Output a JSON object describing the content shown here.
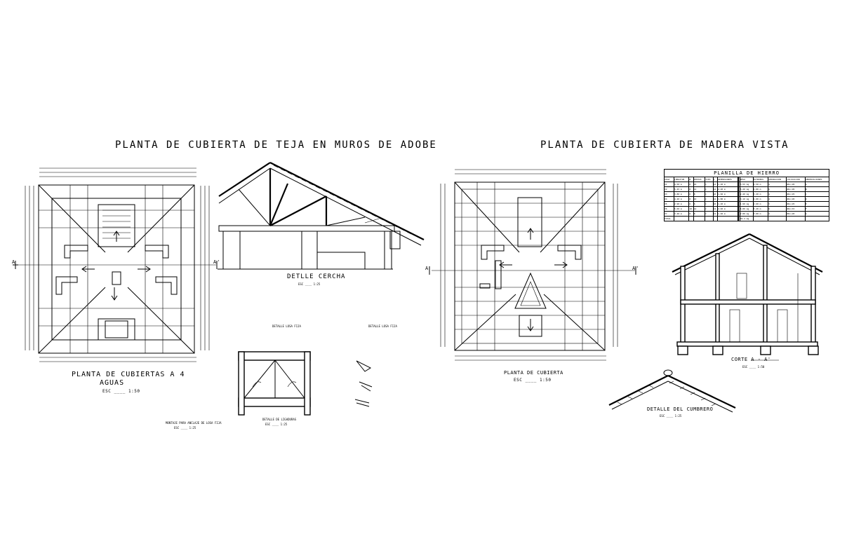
{
  "titles": {
    "left_main": "PLANTA DE CUBIERTA DE TEJA EN MUROS DE ADOBE",
    "right_main": "PLANTA DE CUBIERTA DE MADERA VISTA"
  },
  "left_plan": {
    "title_line1": "PLANTA DE CUBIERTAS A 4",
    "title_line2": "AGUAS",
    "scale": "ESC ____ 1:50",
    "cut_marker_left": "A",
    "cut_marker_right": "A'"
  },
  "truss_detail": {
    "title": "DETLLE CERCHA",
    "scale": "ESC ____ 1:25"
  },
  "small_details": {
    "detail_a": "DETALLE LOSA FIJA",
    "detail_b": "DETALLE LOSA FIJA",
    "bottom_title": "DETALLE DE LIGADURAS",
    "bottom_scale": "ESC ____ 1:25",
    "left_note": "MONTAJE PARA ANCLAJE DE LOSA FIJA",
    "left_note_scale": "ESC ____ 1:25"
  },
  "right_plan": {
    "title": "PLANTA DE CUBIERTA",
    "scale": "ESC ____ 1:50",
    "cut_marker_left": "A",
    "cut_marker_right": "A'"
  },
  "planilla": {
    "title": "PLANILLA DE HIERRO",
    "headers": [
      "VIGA",
      "LONGITUD",
      "Ø",
      "PIEZAS",
      "TIPO",
      "L",
      "DIMENSIONES",
      "",
      "",
      "PESO",
      "ESTRIBOS",
      "SEPARACION",
      "COLOCACION",
      "OBSERVACIONES"
    ],
    "rows": [
      [
        "V1",
        "4.50 m",
        "8",
        "10",
        "C",
        "12",
        "1.20 m",
        "",
        "",
        "3.55 kg",
        "4.50 m",
        "4",
        "Ø6c/20",
        "A"
      ],
      [
        "V2",
        "5.25 m",
        "8",
        "12",
        "C",
        "12",
        "2.20 m",
        "",
        "",
        "5.20 kg",
        "4.80 m",
        "6",
        "Ø6c/20",
        "B"
      ],
      [
        "V3",
        "3.80 m",
        "6",
        "8",
        "C",
        "10",
        "1.60 m",
        "",
        "",
        "2.40 kg",
        "3.20 m",
        "4",
        "Ø6c/25",
        "C"
      ],
      [
        "V4",
        "4.20 m",
        "8",
        "10",
        "C",
        "12",
        "1.80 m",
        "",
        "",
        "3.10 kg",
        "4.00 m",
        "4",
        "Ø6c/20",
        "D"
      ],
      [
        "V5",
        "2.90 m",
        "6",
        "6",
        "C",
        "10",
        "1.20 m",
        "",
        "",
        "1.90 kg",
        "2.60 m",
        "3",
        "Ø6c/25",
        "E"
      ],
      [
        "V6",
        "5.60 m",
        "10",
        "14",
        "C",
        "14",
        "2.40 m",
        "",
        "",
        "6.80 kg",
        "5.20 m",
        "6",
        "Ø6c/15",
        "F"
      ],
      [
        "V7",
        "3.40 m",
        "8",
        "8",
        "C",
        "12",
        "1.40 m",
        "",
        "",
        "2.80 kg",
        "3.00 m",
        "4",
        "Ø6c/20",
        "G"
      ],
      [
        "TOTAL",
        "",
        "",
        "",
        "",
        "",
        "",
        "",
        "",
        "32.2 kg",
        "",
        "",
        "",
        ""
      ]
    ]
  },
  "section": {
    "title": "CORTE A - A'",
    "scale": "ESC ____ 1:50"
  },
  "ridge_detail": {
    "title": "DETALLE DEL CUMBRERO",
    "scale": "ESC ____ 1:25"
  }
}
